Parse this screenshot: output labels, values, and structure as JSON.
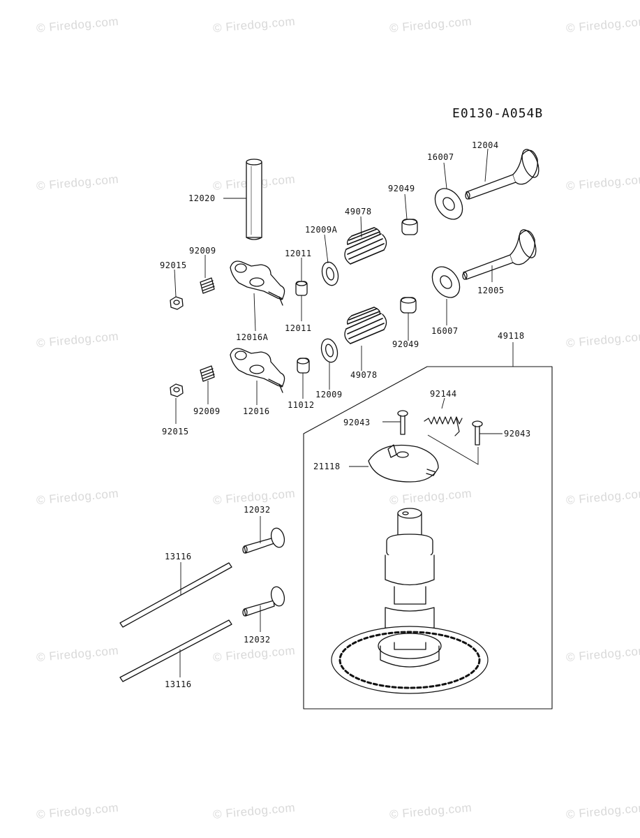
{
  "diagram_id": "E0130-A054B",
  "watermark": "© Firedog.com",
  "parts": {
    "p12020": "12020",
    "p12004": "12004",
    "p16007_top": "16007",
    "p92049_top": "92049",
    "p49078_top": "49078",
    "p12009A": "12009A",
    "p12011_top": "12011",
    "p92009_top": "92009",
    "p92015_top": "92015",
    "p12016A": "12016A",
    "p12011_bot": "12011",
    "p12005": "12005",
    "p16007_bot": "16007",
    "p92049_bot": "92049",
    "p49118": "49118",
    "p49078_bot": "49078",
    "p12009": "12009",
    "p11012": "11012",
    "p12016": "12016",
    "p92009_bot": "92009",
    "p92015_bot": "92015",
    "p92144": "92144",
    "p92043_left": "92043",
    "p92043_right": "92043",
    "p21118": "21118",
    "p12032_top": "12032",
    "p13116_top": "13116",
    "p12032_bot": "12032",
    "p13116_bot": "13116"
  }
}
